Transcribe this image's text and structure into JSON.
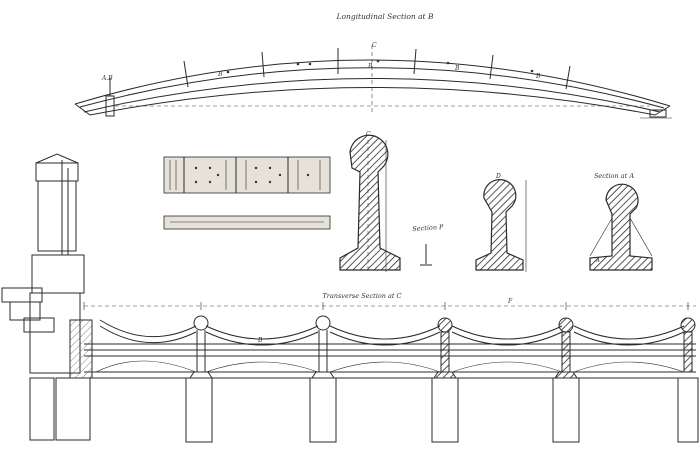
{
  "drawing": {
    "longitudinal_title": "Longitudinal Section at B",
    "transverse_title": "Transverse Section at C",
    "section_p": "Section P",
    "section_a": "Section at A",
    "marks": {
      "c_top": "C",
      "ab": "A.B",
      "b1": "B",
      "b2": "B",
      "b3": "B",
      "b4": "B",
      "c_rail": "C",
      "d_rail": "D",
      "a_rail": "A",
      "b_pier": "B",
      "f_pier": "F"
    }
  }
}
